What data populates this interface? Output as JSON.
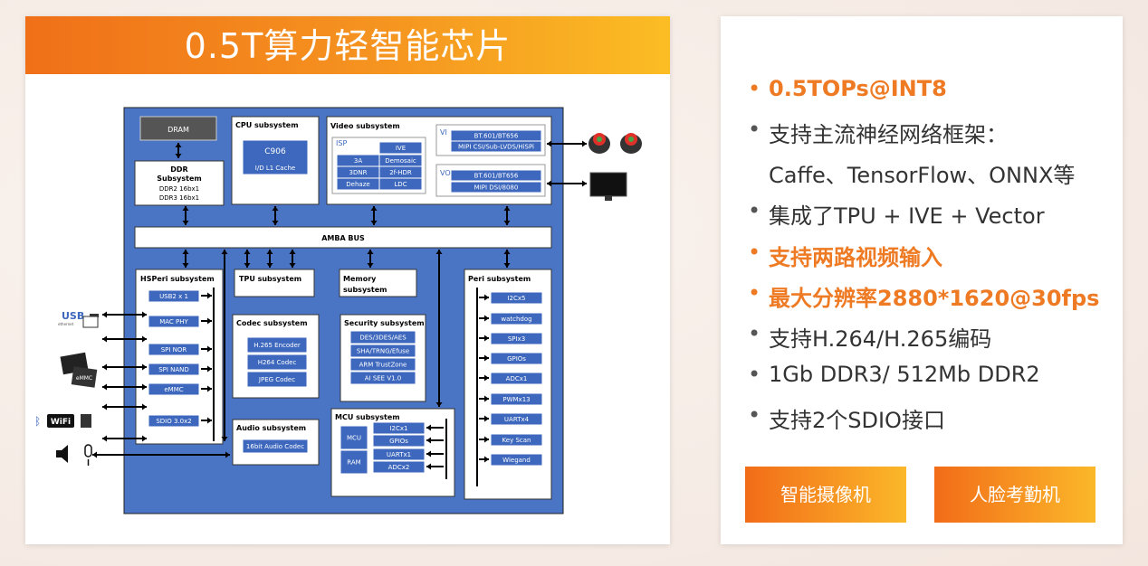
{
  "title": "0.5T算力轻智能芯片",
  "diagram": {
    "dram": "DRAM",
    "ddr_title1": "DDR",
    "ddr_title2": "Subsystem",
    "ddr_line1": "DDR2 16bx1",
    "ddr_line2": "DDR3 16bx1",
    "cpu_title": "CPU subsystem",
    "cpu_core": "C906",
    "cpu_cache": "I/D L1 Cache",
    "video_title": "Video subsystem",
    "isp": "ISP",
    "isp_cells": [
      "IVE",
      "3A",
      "Demosaic",
      "3DNR",
      "2f-HDR",
      "Dehaze",
      "LDC"
    ],
    "vi_label": "VI",
    "vi_line1": "BT.601/BT656",
    "vi_line2": "MIPI CSI/Sub-LVDS/HiSPi",
    "vo_label": "VO",
    "vo_line1": "BT.601/BT656",
    "vo_line2": "MIPI DSI/8080",
    "amba": "AMBA BUS",
    "hsperi_title": "HSPeri subsystem",
    "hsperi_items": [
      "USB2 x 1",
      "MAC PHY",
      "SPI NOR",
      "SPI NAND",
      "eMMC",
      "SDIO 3.0x2"
    ],
    "tpu_title": "TPU subsystem",
    "memory_title1": "Memory",
    "memory_title2": "subsystem",
    "codec_title": "Codec subsystem",
    "codec_items": [
      "H.265 Encoder",
      "H264 Codec",
      "JPEG Codec"
    ],
    "security_title": "Security subsystem",
    "security_items": [
      "DES/3DES/AES",
      "SHA/TRNG/Efuse",
      "ARM TrustZone",
      "AI SEE V1.0"
    ],
    "audio_title": "Audio subsystem",
    "audio_item": "16bit Audio Codec",
    "mcu_title": "MCU subsystem",
    "mcu_left": [
      "MCU",
      "RAM"
    ],
    "mcu_items": [
      "I2Cx1",
      "GPIOs",
      "UARTx1",
      "ADCx2"
    ],
    "peri_title": "Peri subsystem",
    "peri_items": [
      "I2Cx5",
      "watchdog",
      "SPIx3",
      "GPIOs",
      "ADCx1",
      "PWMx13",
      "UARTx4",
      "Key Scan",
      "Wiegand"
    ],
    "usb_logo": "USB",
    "emmc_logo": "eMMC",
    "wifi_logo": "WiFi",
    "ethernet_logo": "ethernet"
  },
  "features": [
    {
      "text": "0.5TOPs@INT8",
      "highlight": true
    },
    {
      "text": "支持主流神经网络框架：",
      "highlight": false
    },
    {
      "text": "Caffe、TensorFlow、ONNX等",
      "highlight": false,
      "continuation": true
    },
    {
      "text": "集成了TPU + IVE + Vector",
      "highlight": false
    },
    {
      "text": "支持两路视频输入",
      "highlight": true
    },
    {
      "text": "最大分辨率2880*1620@30fps",
      "highlight": true
    },
    {
      "text": "支持H.264/H.265编码",
      "highlight": false
    },
    {
      "text": "1Gb DDR3/ 512Mb DDR2",
      "highlight": false
    },
    {
      "text": "支持2个SDIO接口",
      "highlight": false
    }
  ],
  "bullet": "•",
  "buttons": {
    "camera": "智能摄像机",
    "attendance": "人脸考勤机"
  },
  "colors": {
    "accent": "#ee7a24",
    "chip_blue": "#4a74c4",
    "block_blue": "#3d68bd"
  }
}
